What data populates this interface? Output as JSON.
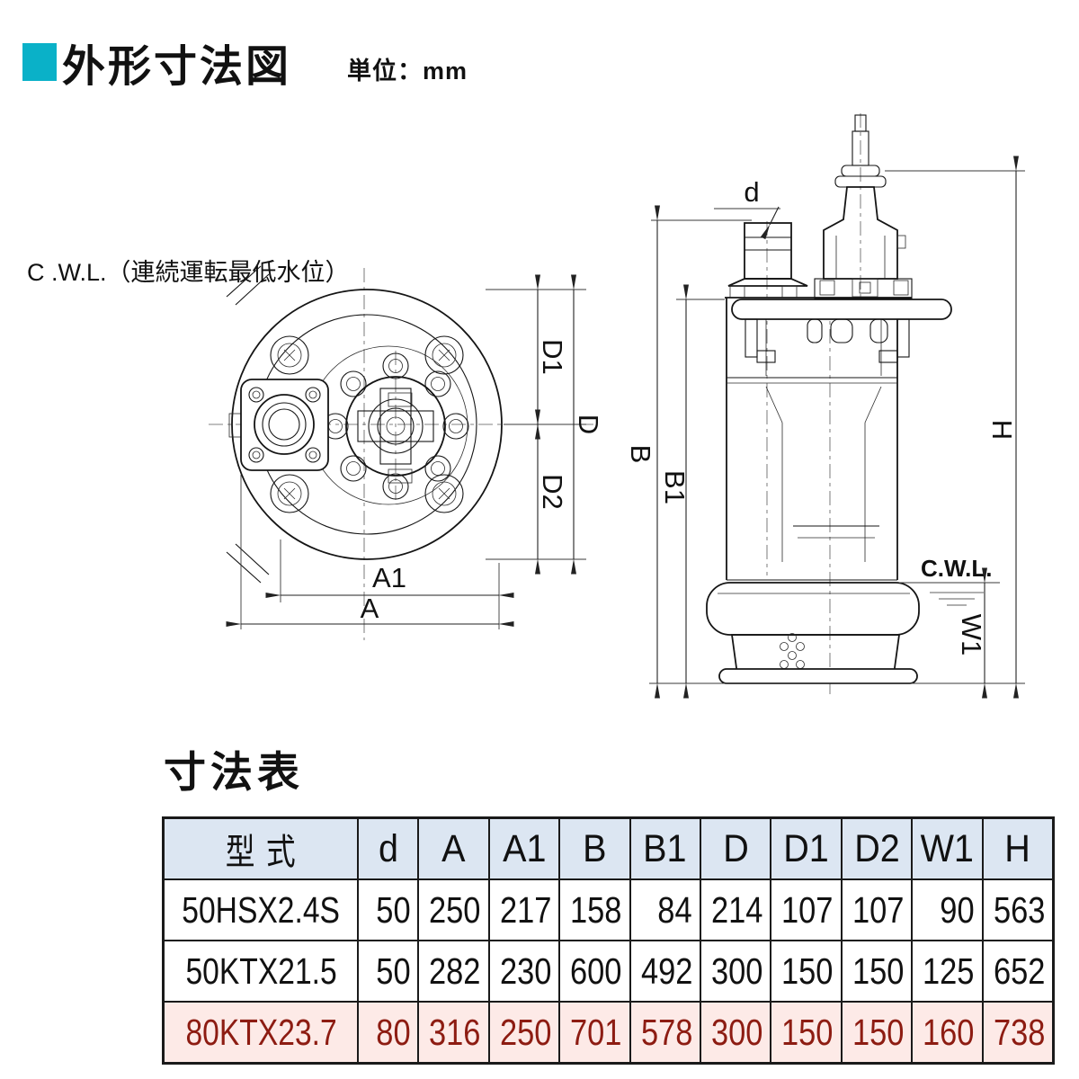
{
  "header": {
    "title": "外形寸法図",
    "unit": "単位：mm",
    "accent_color": "#0ab1c8"
  },
  "drawing": {
    "cwl_note": "C .W.L.（連続運転最低水位）",
    "labels": {
      "d1": "D1",
      "d": "D",
      "d2": "D2",
      "a1": "A1",
      "a": "A",
      "hose_d": "d",
      "b": "B",
      "b1": "B1",
      "h": "H",
      "w1": "W1",
      "cwl": "C.W.L."
    }
  },
  "table": {
    "title": "寸法表",
    "columns": [
      "型 式",
      "d",
      "A",
      "A1",
      "B",
      "B1",
      "D",
      "D1",
      "D2",
      "W1",
      "H"
    ],
    "rows": [
      {
        "model": "50HSX2.4S",
        "values": [
          "50",
          "250",
          "217",
          "158",
          "84",
          "214",
          "107",
          "107",
          "90",
          "563"
        ],
        "highlight": false
      },
      {
        "model": "50KTX21.5",
        "values": [
          "50",
          "282",
          "230",
          "600",
          "492",
          "300",
          "150",
          "150",
          "125",
          "652"
        ],
        "highlight": false
      },
      {
        "model": "80KTX23.7",
        "values": [
          "80",
          "316",
          "250",
          "701",
          "578",
          "300",
          "150",
          "150",
          "160",
          "738"
        ],
        "highlight": true
      }
    ],
    "colors": {
      "header_bg": "#dce6f2",
      "highlight_bg": "#fdeae7",
      "highlight_text": "#8d1c12",
      "border": "#1a1a1a"
    }
  }
}
